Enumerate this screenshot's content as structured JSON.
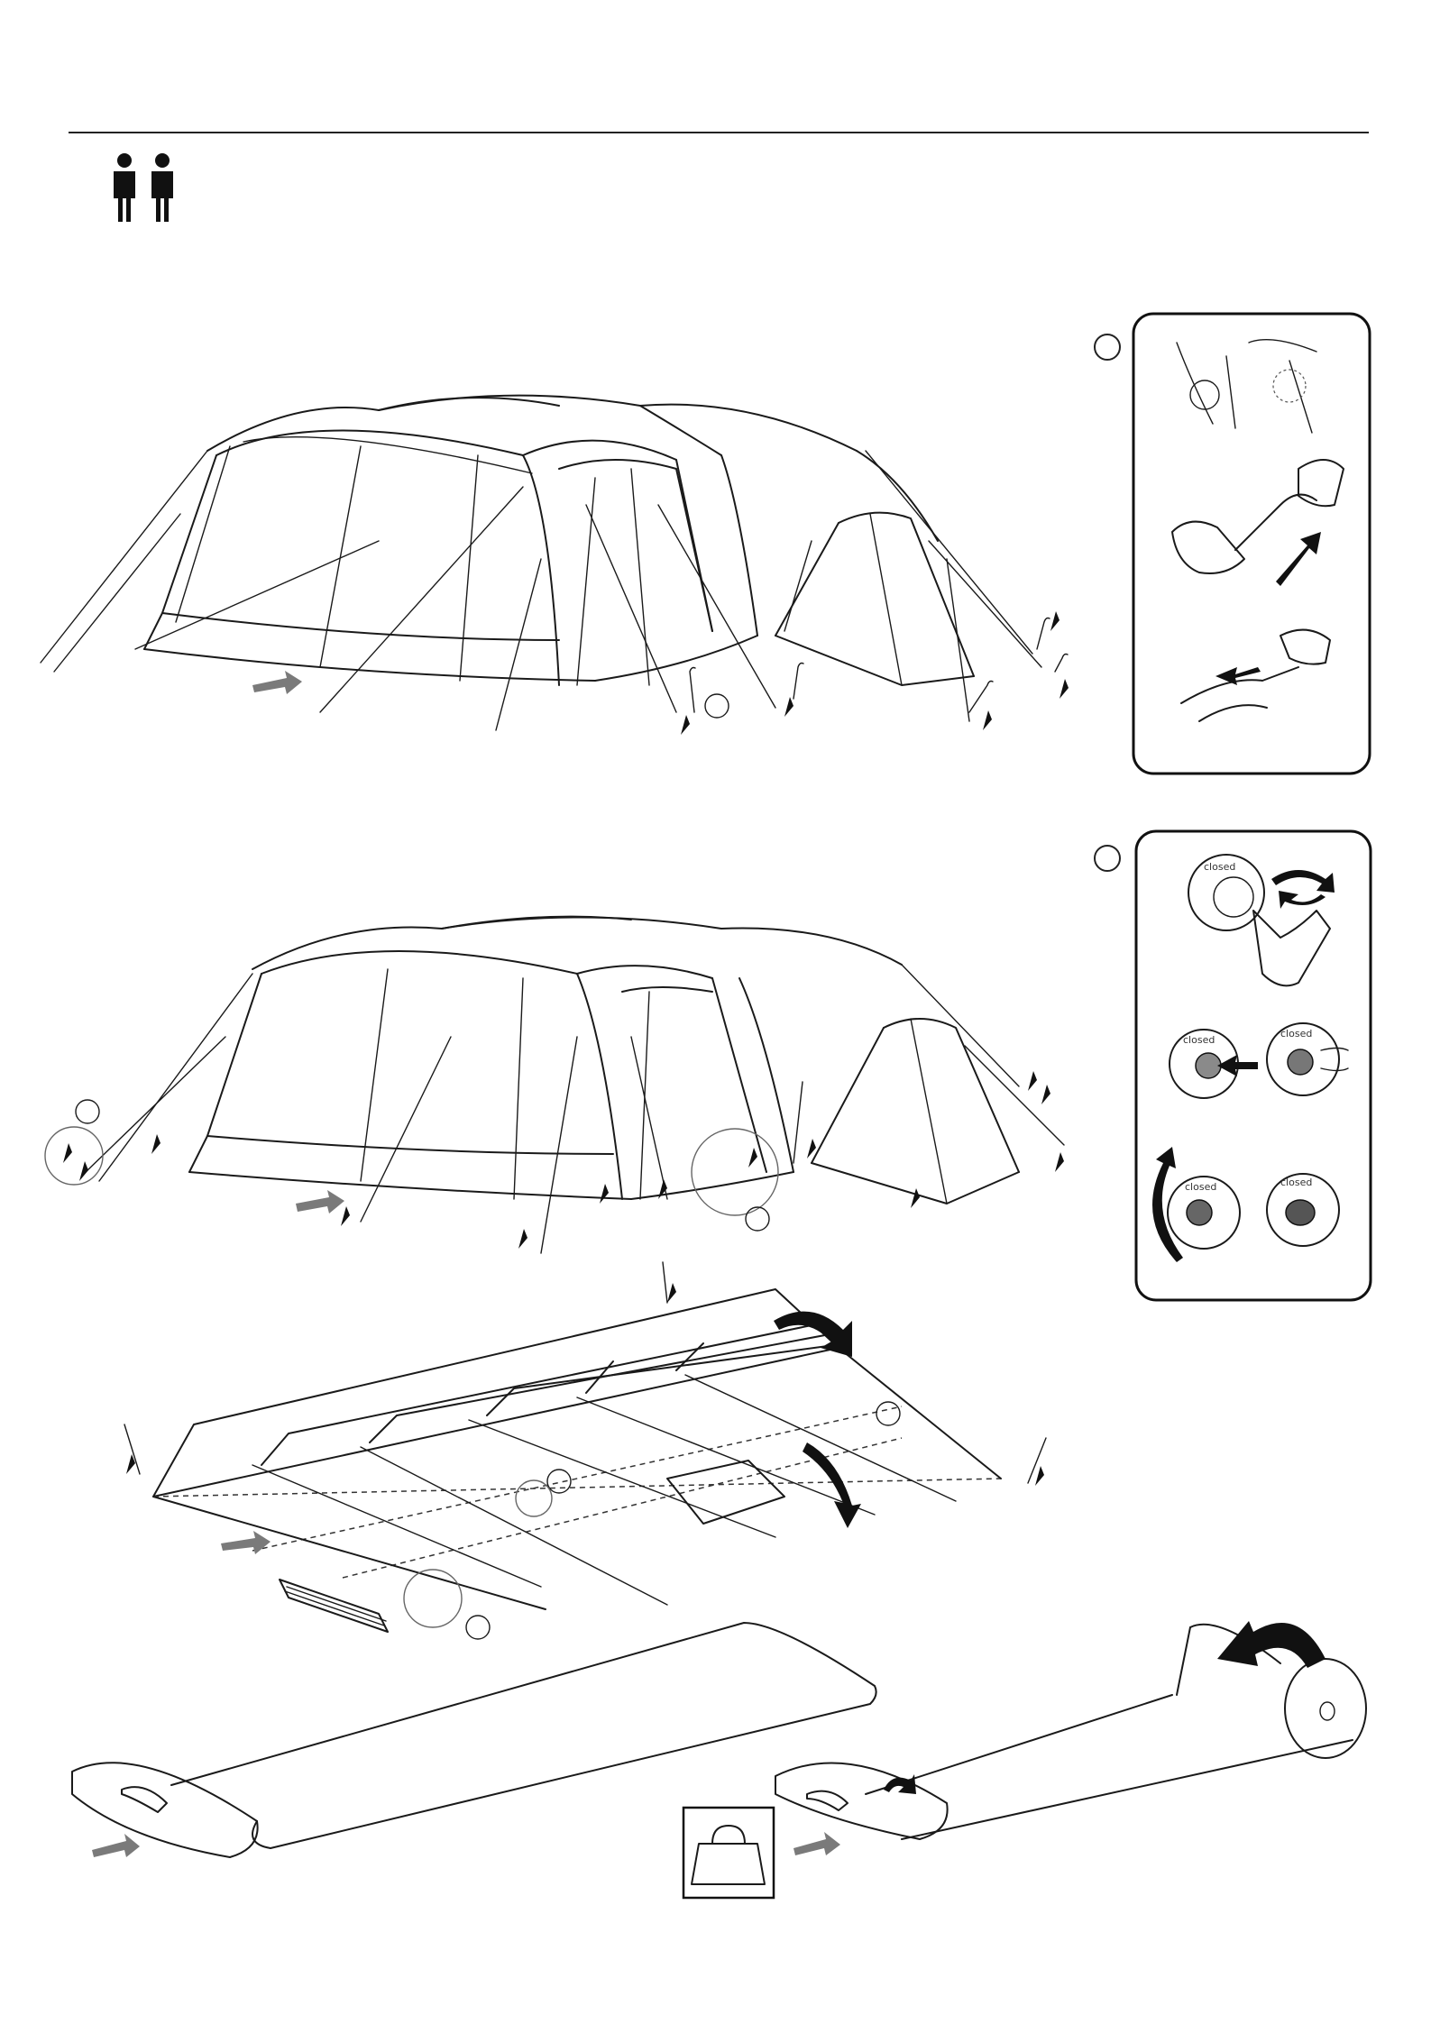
{
  "valve": {
    "label_top": "closed",
    "label_mid_left": "closed",
    "label_mid_right": "closed",
    "label_bottom_left": "closed",
    "label_bottom_right": "closed"
  },
  "people": {
    "count": 2
  },
  "colors": {
    "line": "#1a1a1a",
    "arrow_grey": "#7a7a7a",
    "arrow_black": "#111111"
  }
}
